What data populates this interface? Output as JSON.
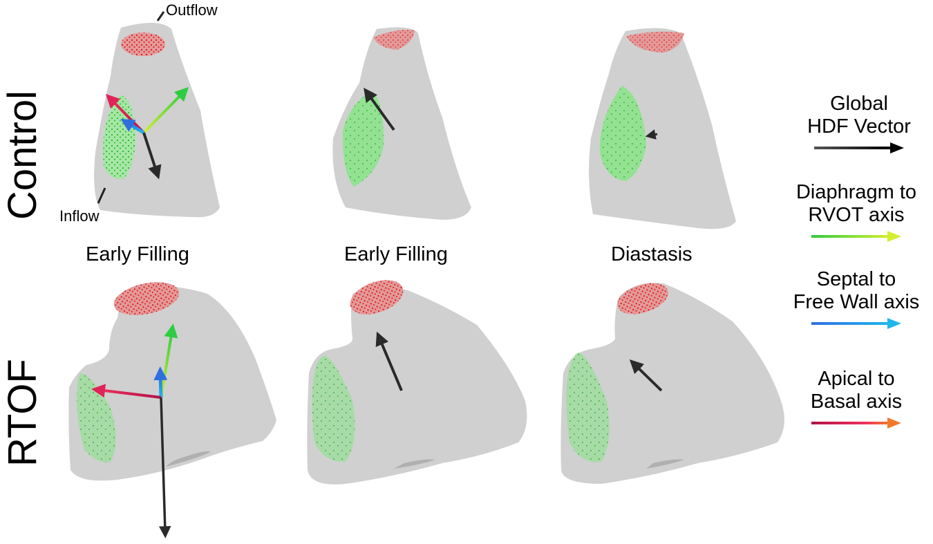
{
  "figure": {
    "rows": [
      {
        "label": "Control"
      },
      {
        "label": "RTOF"
      }
    ],
    "phases": [
      {
        "label": "Early Filling"
      },
      {
        "label": "Early Filling"
      },
      {
        "label": "Diastasis"
      }
    ],
    "callouts": {
      "outflow": "Outflow",
      "inflow": "Inflow"
    }
  },
  "legend": {
    "items": [
      {
        "line1": "Global",
        "line2": "HDF Vector",
        "colors": [
          "#555555",
          "#000000"
        ],
        "icon": "black-arrow-icon"
      },
      {
        "line1": "Diaphragm to",
        "line2": "RVOT axis",
        "colors": [
          "#2ecc40",
          "#d4ee30"
        ],
        "icon": "green-yellow-arrow-icon"
      },
      {
        "line1": "Septal to",
        "line2": "Free Wall axis",
        "colors": [
          "#2f6fe0",
          "#1fb6ec"
        ],
        "icon": "blue-arrow-icon"
      },
      {
        "line1": "Apical to",
        "line2": "Basal axis",
        "colors": [
          "#b0134a",
          "#f07a2a"
        ],
        "icon": "red-orange-arrow-icon"
      }
    ]
  },
  "colors": {
    "surface": "#d0d0d0",
    "outflow_fill": "#e39a9a",
    "outflow_dots": "#e01010",
    "inflow_fill": "#8fe08f",
    "inflow_dots": "#22bb22",
    "hdf_arrow": "#222222"
  }
}
